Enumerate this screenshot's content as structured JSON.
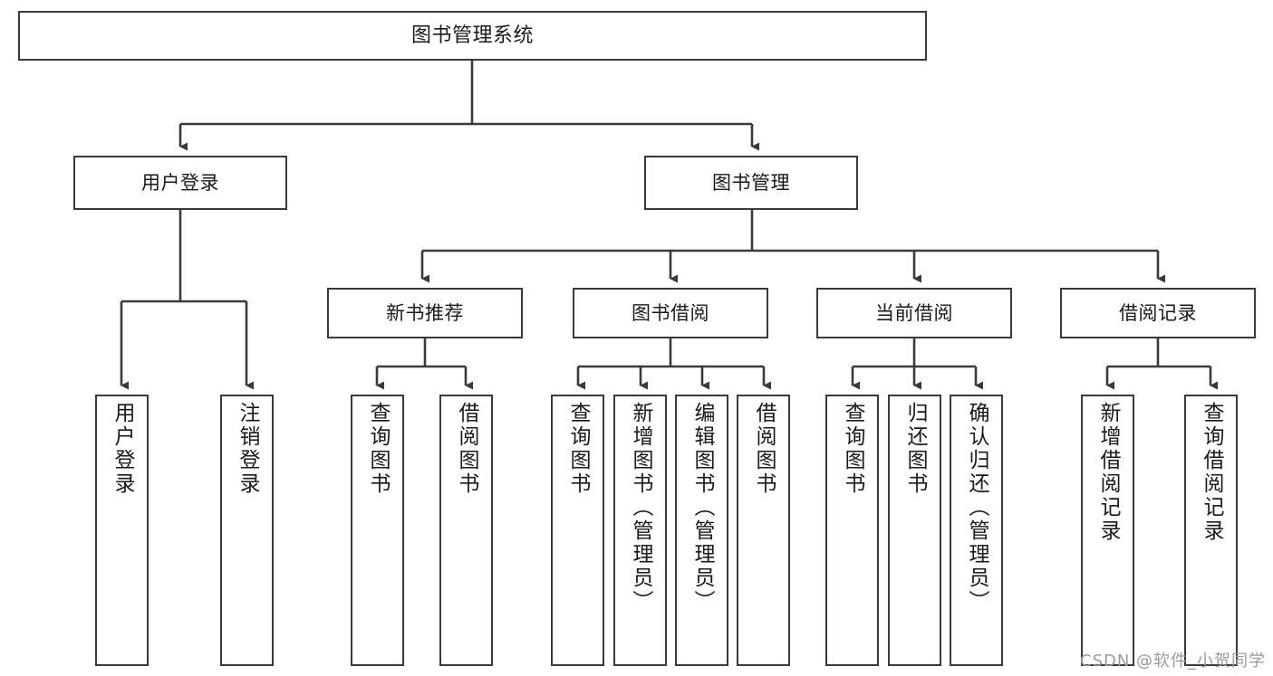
{
  "diagram": {
    "type": "tree-flowchart",
    "title": "图书管理系统",
    "orientation": "top-down",
    "stroke_color": "#3a3a3a",
    "fill_color": "#ffffff",
    "text_color": "#1a1a1a"
  },
  "nodes": {
    "root": {
      "label": "图书管理系统",
      "level": 1
    },
    "level2": [
      {
        "id": "user-login",
        "label": "用户登录"
      },
      {
        "id": "book-manage",
        "label": "图书管理"
      }
    ],
    "level3": [
      {
        "id": "new-book-recommend",
        "label": "新书推荐"
      },
      {
        "id": "book-borrow",
        "label": "图书借阅"
      },
      {
        "id": "current-borrow",
        "label": "当前借阅"
      },
      {
        "id": "borrow-record",
        "label": "借阅记录"
      }
    ],
    "leaves": {
      "user_login": [
        {
          "id": "leaf-user-login",
          "label": "用户登录"
        },
        {
          "id": "leaf-logout-login",
          "label": "注销登录"
        }
      ],
      "new_book_recommend": [
        {
          "id": "leaf-query-book-1",
          "label": "查询图书"
        },
        {
          "id": "leaf-borrow-book-1",
          "label": "借阅图书"
        }
      ],
      "book_borrow": [
        {
          "id": "leaf-query-book-2",
          "label": "查询图书"
        },
        {
          "id": "leaf-add-book",
          "label": "新增图书（管理员）"
        },
        {
          "id": "leaf-edit-book",
          "label": "编辑图书（管理员）"
        },
        {
          "id": "leaf-borrow-book-2",
          "label": "借阅图书"
        }
      ],
      "current_borrow": [
        {
          "id": "leaf-query-book-3",
          "label": "查询图书"
        },
        {
          "id": "leaf-return-book",
          "label": "归还图书"
        },
        {
          "id": "leaf-confirm-return",
          "label": "确认归还（管理员）"
        }
      ],
      "borrow_record": [
        {
          "id": "leaf-add-record",
          "label": "新增借阅记录"
        },
        {
          "id": "leaf-query-record",
          "label": "查询借阅记录"
        }
      ]
    }
  },
  "watermark": {
    "text": "CSDN @软件_小贺同学"
  }
}
